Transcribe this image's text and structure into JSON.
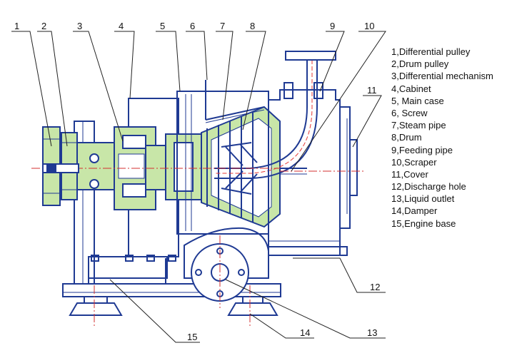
{
  "diagram": {
    "colors": {
      "line": "#1f3a93",
      "fill": "#c8e6a8",
      "axis": "#d32f2f",
      "pipe": "#e53935",
      "leader": "#222222",
      "text": "#111111"
    },
    "callouts": [
      "1",
      "2",
      "3",
      "4",
      "5",
      "6",
      "7",
      "8",
      "9",
      "10",
      "11",
      "12",
      "13",
      "14",
      "15"
    ],
    "legend": [
      "1,Differential pulley",
      "2,Drum pulley",
      "3,Differential mechanism",
      "4,Cabinet",
      "5, Main case",
      "6, Screw",
      "7,Steam pipe",
      "8,Drum",
      "9,Feeding pipe",
      "10,Scraper",
      "11,Cover",
      "12,Discharge hole",
      "13,Liquid outlet",
      "14,Damper",
      "15,Engine base"
    ]
  }
}
